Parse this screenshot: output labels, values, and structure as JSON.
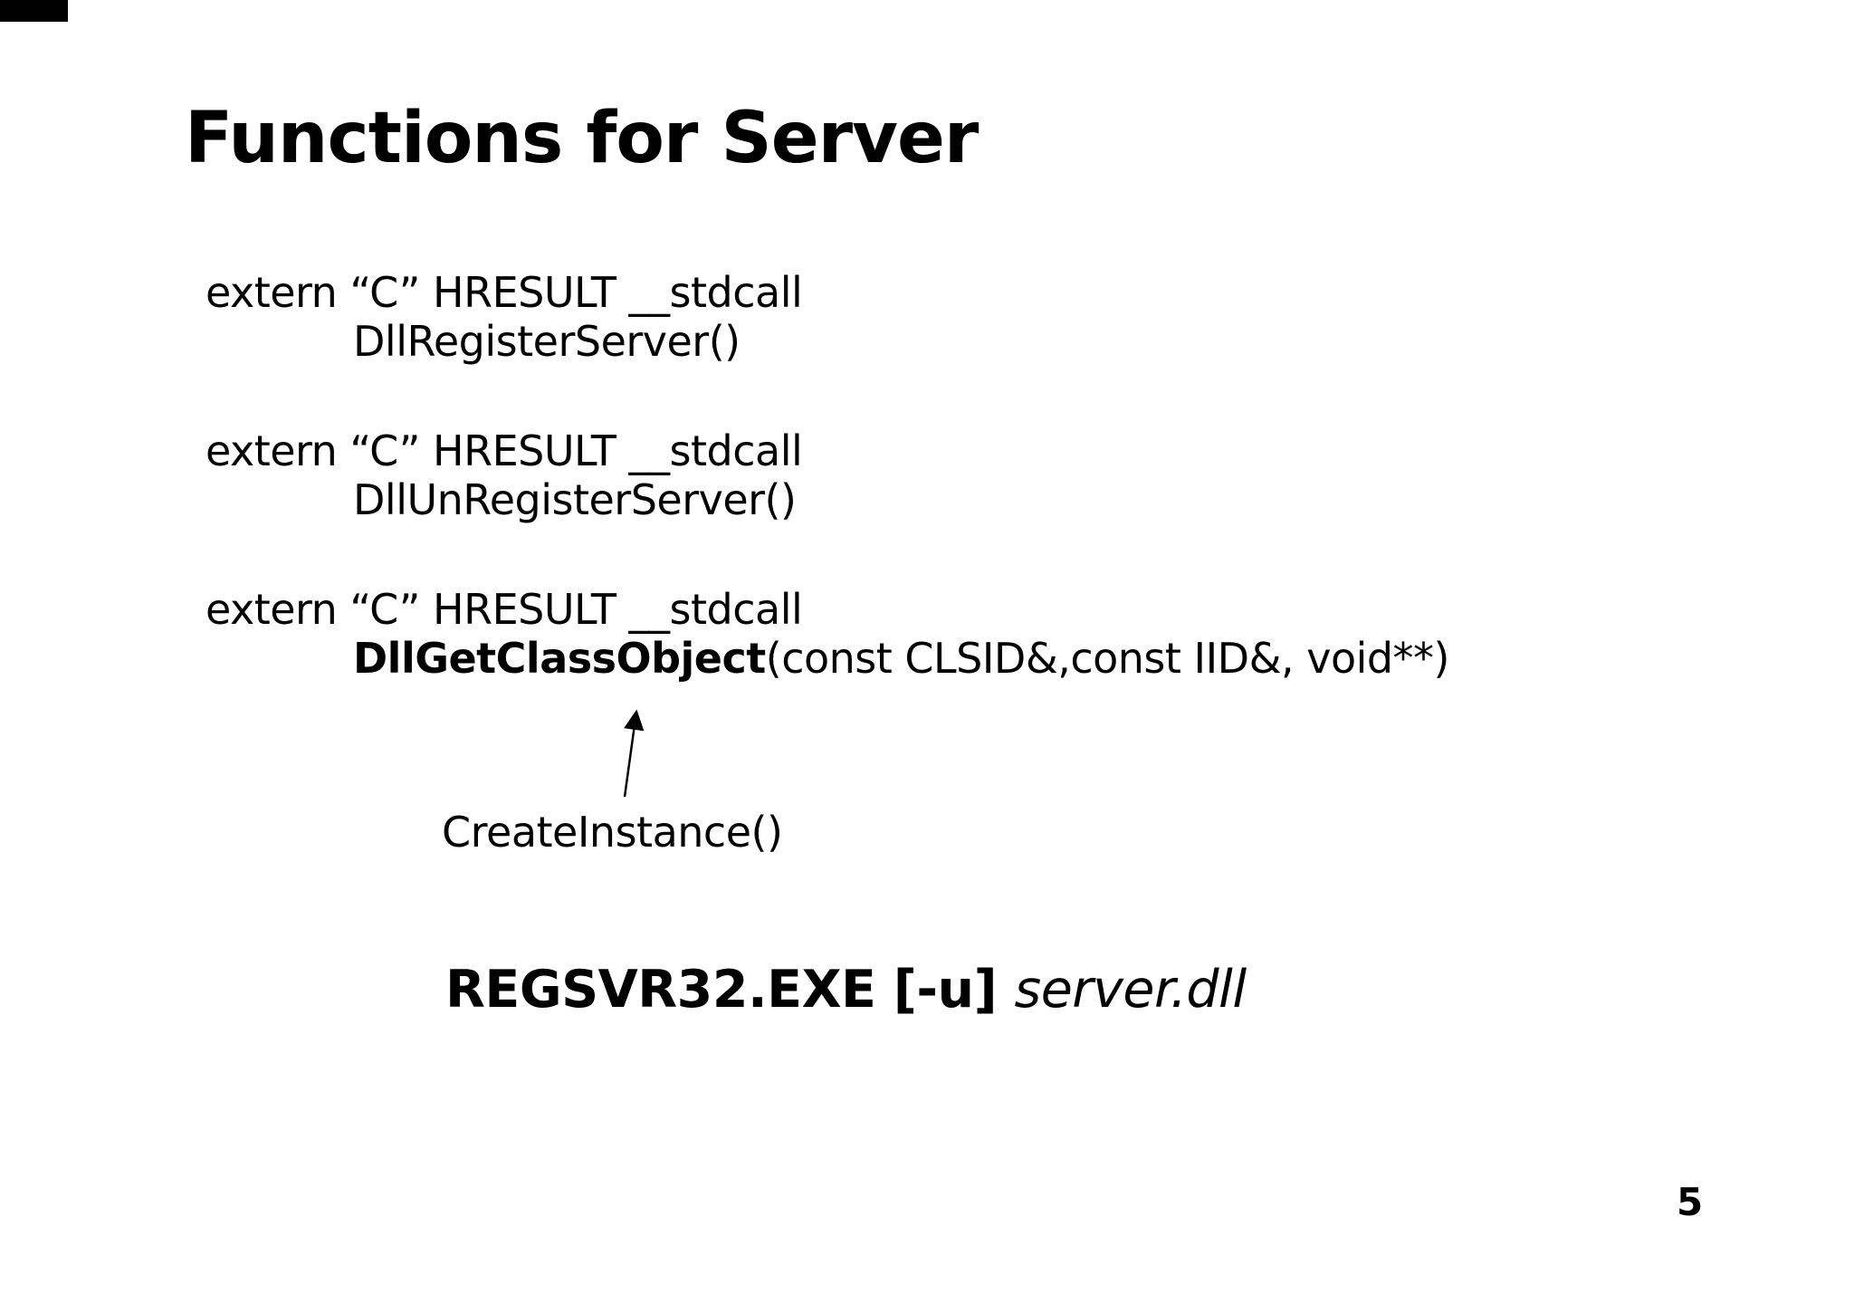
{
  "colors": {
    "background": "#ffffff",
    "text": "#000000",
    "corner_marker": "#000000",
    "arrow": "#000000"
  },
  "title": "Functions for Server",
  "code_blocks": [
    {
      "line1": "extern “C” HRESULT __stdcall",
      "line2_bold": "",
      "line2_text": "DllRegisterServer()"
    },
    {
      "line1": "extern “C” HRESULT __stdcall",
      "line2_bold": "",
      "line2_text": "DllUnRegisterServer()"
    },
    {
      "line1": "extern “C” HRESULT __stdcall",
      "line2_bold": "DllGetClassObject",
      "line2_text": "(const CLSID&,const IID&, void**)"
    }
  ],
  "annotation": {
    "label": "CreateInstance()",
    "arrow_icon": "up-arrow"
  },
  "command": {
    "bold_text": "REGSVR32.EXE [-u] ",
    "italic_text": "server.dll"
  },
  "page_number": "5"
}
